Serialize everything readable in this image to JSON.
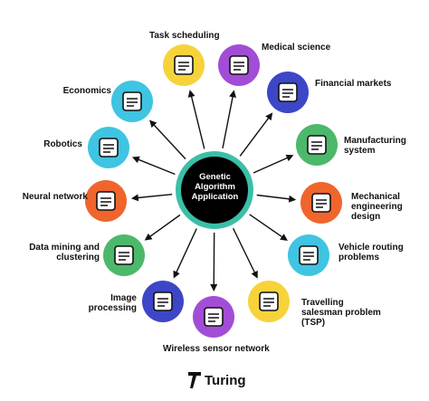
{
  "center": {
    "label": "Genetic\nAlgorithm\nApplication"
  },
  "nodes": [
    {
      "id": "task-scheduling",
      "label": "Task scheduling",
      "color": "#F7D33B",
      "icon": "clipboard-clock-icon"
    },
    {
      "id": "medical-science",
      "label": "Medical science",
      "color": "#A24DD6",
      "icon": "medical-cross-icon"
    },
    {
      "id": "financial-markets",
      "label": "Financial markets",
      "color": "#3D46C7",
      "icon": "bar-chart-icon"
    },
    {
      "id": "manufacturing-system",
      "label": "Manufacturing\nsystem",
      "color": "#4CB86A",
      "icon": "factory-icon"
    },
    {
      "id": "mechanical-engineering-design",
      "label": "Mechanical\nengineering\ndesign",
      "color": "#F0652C",
      "icon": "gear-wrench-icon"
    },
    {
      "id": "vehicle-routing-problems",
      "label": "Vehicle routing\nproblems",
      "color": "#3FC4E2",
      "icon": "car-icon"
    },
    {
      "id": "travelling-salesman-problem",
      "label": "Travelling\nsalesman problem\n(TSP)",
      "color": "#F7D33B",
      "icon": "map-pin-icon"
    },
    {
      "id": "wireless-sensor-network",
      "label": "Wireless sensor network",
      "color": "#A24DD6",
      "icon": "wireless-sensor-icon"
    },
    {
      "id": "image-processing",
      "label": "Image\nprocessing",
      "color": "#3D46C7",
      "icon": "image-scan-icon"
    },
    {
      "id": "data-mining-and-clustering",
      "label": "Data mining and\nclustering",
      "color": "#4CB86A",
      "icon": "data-report-icon"
    },
    {
      "id": "neural-network",
      "label": "Neural network",
      "color": "#F0652C",
      "icon": "neural-network-icon"
    },
    {
      "id": "robotics",
      "label": "Robotics",
      "color": "#3FC4E2",
      "icon": "robot-icon"
    },
    {
      "id": "economics",
      "label": "Economics",
      "color": "#3FC4E2",
      "icon": "money-bag-icon"
    }
  ],
  "brand": {
    "name": "Turing",
    "icon": "turing-logo-icon"
  },
  "colors": {
    "center_fill": "#000000",
    "center_ring": "#3BBFA7",
    "arrow": "#111111",
    "node_outline": "#111111"
  }
}
